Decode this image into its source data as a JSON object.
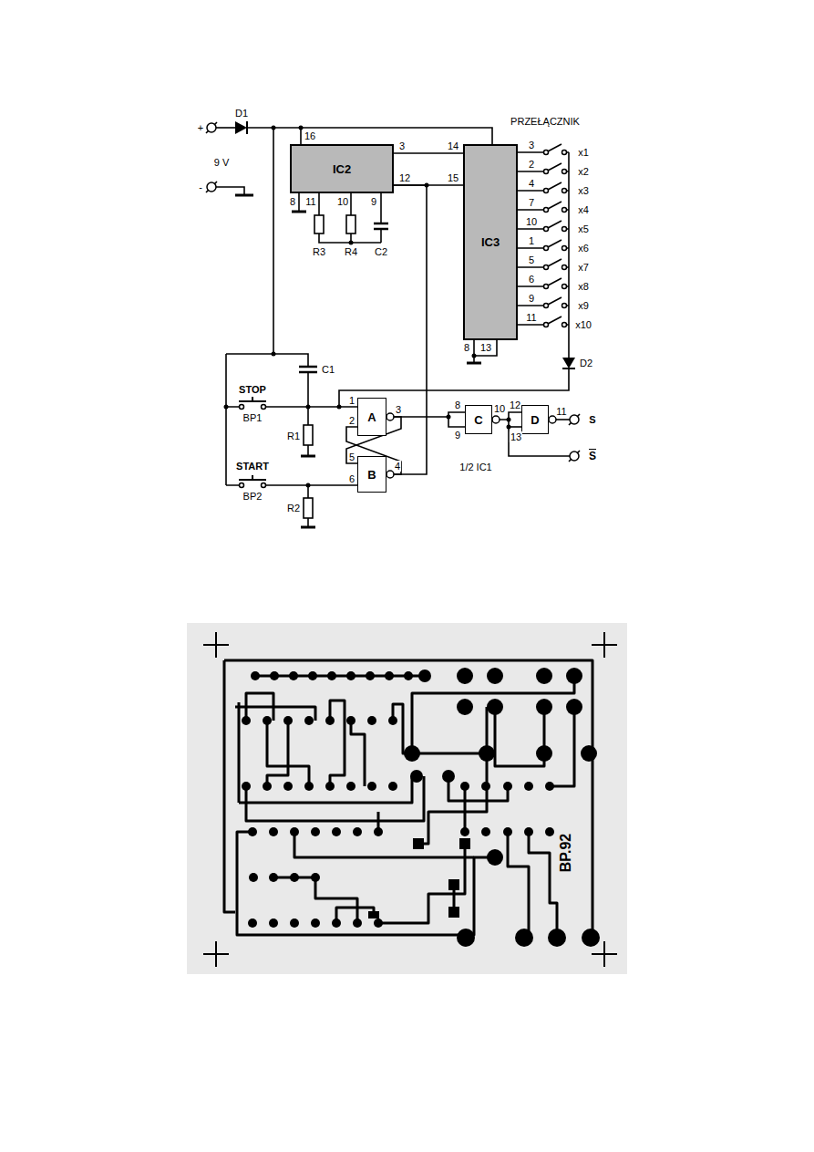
{
  "diagram": {
    "nodes": [
      {
        "text": [
          "IC2"
        ]
      },
      {
        "text": [
          "IC3"
        ]
      },
      {
        "text": [
          "A"
        ]
      },
      {
        "text": [
          "B"
        ]
      },
      {
        "text": [
          "C"
        ]
      },
      {
        "text": [
          "D"
        ]
      }
    ],
    "edges": [
      {
        "from": 0,
        "to": 1,
        "arrow": "none"
      },
      {
        "from": 0,
        "to": 1,
        "arrow": "none"
      },
      {
        "from": 2,
        "to": 3,
        "arrow": "none"
      },
      {
        "from": 3,
        "to": 2,
        "arrow": "none"
      },
      {
        "from": 3,
        "to": 0,
        "arrow": "none"
      },
      {
        "from": 2,
        "to": 4,
        "arrow": "none"
      },
      {
        "from": 4,
        "to": 5,
        "arrow": "none"
      }
    ],
    "labels": [
      "+",
      "D1",
      "9 V",
      "-",
      "16",
      "3",
      "14",
      "12",
      "15",
      "8",
      "11",
      "10",
      "9",
      "R3",
      "R4",
      "C2",
      "PRZEŁĄCZNIK",
      "3",
      "2",
      "4",
      "7",
      "10",
      "1",
      "5",
      "6",
      "9",
      "11",
      "x1",
      "x2",
      "x3",
      "x4",
      "x5",
      "x6",
      "x7",
      "x8",
      "x9",
      "x10",
      "8",
      "13",
      "D2",
      "C1",
      "STOP",
      "BP1",
      "R1",
      "START",
      "BP2",
      "R2",
      "1",
      "2",
      "3",
      "5",
      "6",
      "4",
      "8",
      "9",
      "10",
      "12",
      "13",
      "11",
      "S",
      "S",
      "1/2 IC1",
      "BP.92"
    ]
  }
}
